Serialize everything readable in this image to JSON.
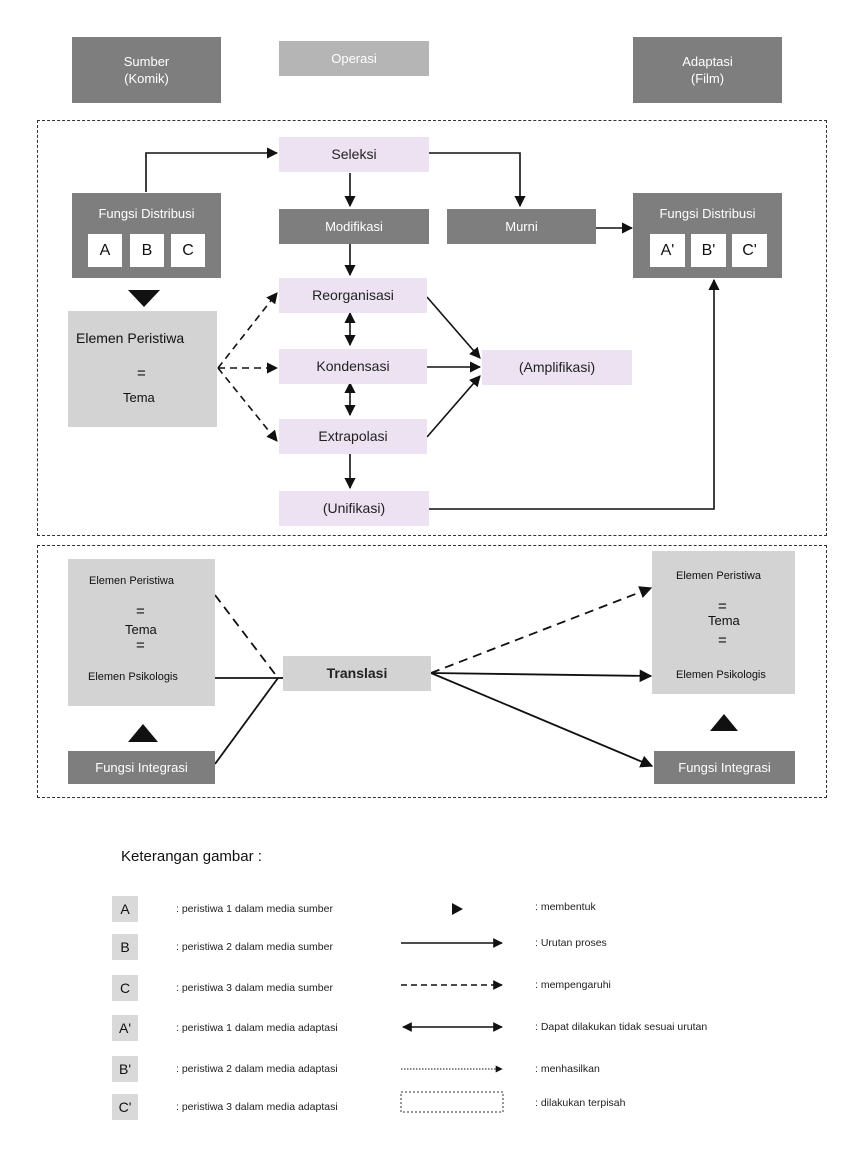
{
  "header": {
    "source": "Sumber\n(Komik)",
    "operation": "Operasi",
    "adaptation": "Adaptasi\n(Film)"
  },
  "top": {
    "fungsi_distribusi_left": "Fungsi Distribusi",
    "cells_left": [
      "A",
      "B",
      "C"
    ],
    "fungsi_distribusi_right": "Fungsi Distribusi",
    "cells_right": [
      "A'",
      "B'",
      "C'"
    ],
    "seleksi": "Seleksi",
    "modifikasi": "Modifikasi",
    "murni": "Murni",
    "reorganisasi": "Reorganisasi",
    "kondensasi": "Kondensasi",
    "extrapolasi": "Extrapolasi",
    "amplifikasi": "(Amplifikasi)",
    "unifikasi": "(Unifikasi)",
    "elemen_peristiwa": "Elemen Peristiwa",
    "equals": "=",
    "tema": "Tema"
  },
  "bottom": {
    "left_elemen_peristiwa": "Elemen Peristiwa",
    "left_equals_1": "=",
    "left_tema": "Tema",
    "left_equals_2": "=",
    "left_elemen_psikologis": "Elemen Psikologis",
    "translasi": "Translasi",
    "right_elemen_peristiwa": "Elemen Peristiwa",
    "right_equals_1": "=",
    "right_tema": "Tema",
    "right_equals_2": "=",
    "right_elemen_psikologis": "Elemen Psikologis",
    "fungsi_integrasi_left": "Fungsi Integrasi",
    "fungsi_integrasi_right": "Fungsi Integrasi"
  },
  "legend": {
    "title": "Keterangan gambar :",
    "keys": [
      "A",
      "B",
      "C",
      "A'",
      "B'",
      "C'"
    ],
    "key_descriptions": [
      ": peristiwa 1 dalam media sumber",
      ": peristiwa 2 dalam media sumber",
      ": peristiwa 3 dalam media sumber",
      ": peristiwa 1 dalam media adaptasi",
      ": peristiwa 2 dalam media adaptasi",
      ": peristiwa 3 dalam media adaptasi"
    ],
    "symbol_descriptions": [
      ": membentuk",
      ": Urutan proses",
      ": mempengaruhi",
      ": Dapat dilakukan tidak sesuai urutan",
      ": menhasilkan",
      ": dilakukan terpisah"
    ]
  }
}
